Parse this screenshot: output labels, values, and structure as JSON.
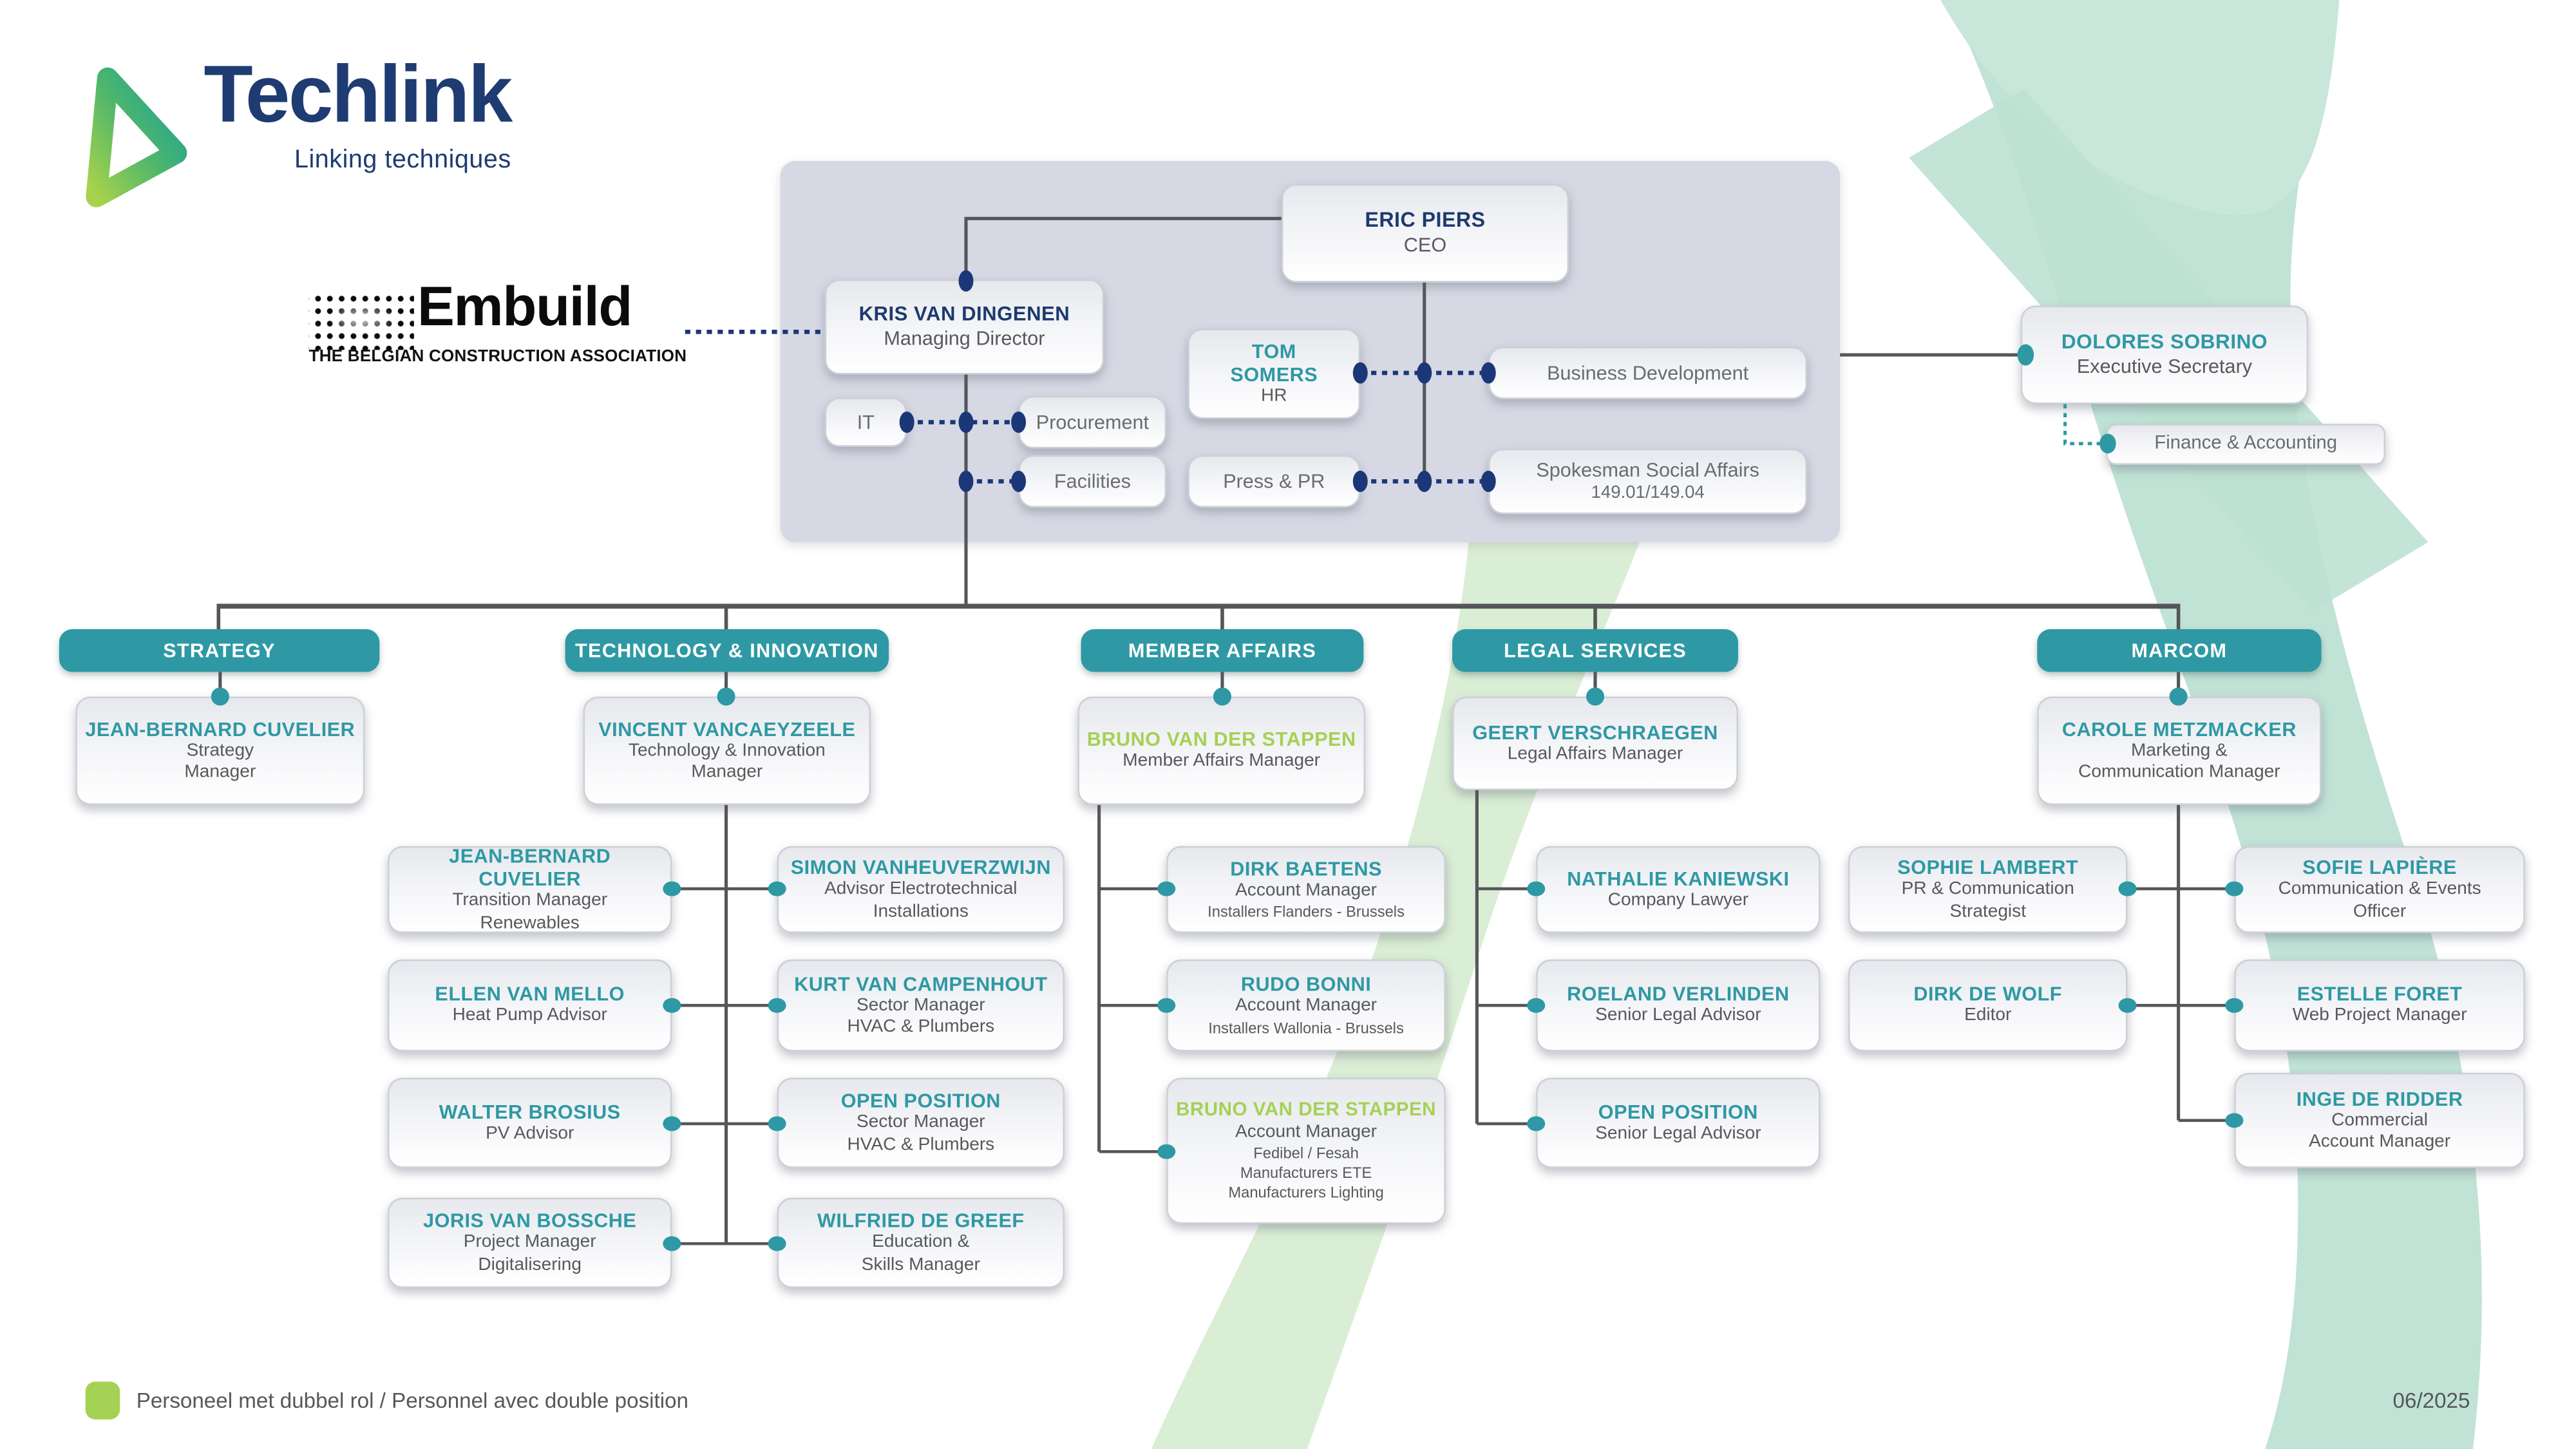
{
  "colors": {
    "teal": "#2e99a4",
    "navy": "#1d3a6f",
    "lime": "#a5d155",
    "panel_background": "#d6d9e4",
    "connector_gray": "#55575a",
    "dotted_navy": "#1c3778",
    "text_gray": "#58595b",
    "mint_swoosh": "#c0e3d6",
    "pale_green_swoosh": "#daeed5"
  },
  "branding": {
    "logo": "Techlink",
    "tagline": "Linking techniques",
    "partner": "Embuild",
    "partner_sub": "THE BELGIAN CONSTRUCTION ASSOCIATION"
  },
  "footer": {
    "legend": "Personeel met dubbel rol / Personnel avec double position",
    "date": "06/2025"
  },
  "executive": {
    "ceo": {
      "name": "ERIC PIERS",
      "role": "CEO"
    },
    "managing_director": {
      "name": "KRIS VAN DINGENEN",
      "role": "Managing Director"
    },
    "hr": {
      "name": "TOM SOMERS",
      "role": "HR"
    },
    "secretary": {
      "name": "DOLORES SOBRINO",
      "role": "Executive Secretary"
    },
    "units": {
      "business_development": "Business Development",
      "it": "IT",
      "procurement": "Procurement",
      "facilities": "Facilities",
      "press_pr": "Press & PR",
      "spokesman_1": "Spokesman Social Affairs",
      "spokesman_2": "149.01/149.04",
      "finance": "Finance & Accounting"
    }
  },
  "departments": {
    "strategy": {
      "header": "STRATEGY",
      "manager": {
        "name": "JEAN-BERNARD CUVELIER",
        "r1": "Strategy",
        "r2": "Manager"
      }
    },
    "tni": {
      "header": "TECHNOLOGY & INNOVATION",
      "manager": {
        "name": "VINCENT VANCAEYZEELE",
        "r1": "Technology & Innovation",
        "r2": "Manager"
      },
      "left": [
        {
          "name": "JEAN-BERNARD CUVELIER",
          "r1": "Transition Manager",
          "r2": "Renewables"
        },
        {
          "name": "ELLEN VAN MELLO",
          "r1": "Heat Pump Advisor"
        },
        {
          "name": "WALTER BROSIUS",
          "r1": "PV Advisor"
        },
        {
          "name": "JORIS VAN BOSSCHE",
          "r1": "Project Manager",
          "r2": "Digitalisering"
        }
      ],
      "right": [
        {
          "name": "SIMON VANHEUVERZWIJN",
          "r1": "Advisor Electrotechnical",
          "r2": "Installations"
        },
        {
          "name": "KURT VAN CAMPENHOUT",
          "r1": "Sector Manager",
          "r2": "HVAC & Plumbers"
        },
        {
          "name": "OPEN POSITION",
          "r1": "Sector Manager",
          "r2": "HVAC & Plumbers"
        },
        {
          "name": "WILFRIED DE GREEF",
          "r1": "Education &",
          "r2": "Skills Manager"
        }
      ]
    },
    "member": {
      "header": "MEMBER AFFAIRS",
      "manager": {
        "name": "BRUNO VAN DER STAPPEN",
        "r1": "Member Affairs Manager"
      },
      "members": [
        {
          "name": "DIRK BAETENS",
          "r1": "Account Manager",
          "s1": "Installers Flanders - Brussels"
        },
        {
          "name": "RUDO BONNI",
          "r1": "Account Manager",
          "s1": "Installers Wallonia - Brussels"
        },
        {
          "name": "BRUNO VAN DER STAPPEN",
          "r1": "Account Manager",
          "s1": "Fedibel / Fesah",
          "s2": "Manufacturers ETE",
          "s3": "Manufacturers Lighting"
        }
      ]
    },
    "legal": {
      "header": "LEGAL SERVICES",
      "manager": {
        "name": "GEERT VERSCHRAEGEN",
        "r1": "Legal Affairs Manager"
      },
      "members": [
        {
          "name": "NATHALIE KANIEWSKI",
          "r1": "Company Lawyer"
        },
        {
          "name": "ROELAND VERLINDEN",
          "r1": "Senior Legal Advisor"
        },
        {
          "name": "OPEN POSITION",
          "r1": "Senior Legal Advisor"
        }
      ]
    },
    "marcom": {
      "header": "MARCOM",
      "manager": {
        "name": "CAROLE METZMACKER",
        "r1": "Marketing &",
        "r2": "Communication Manager"
      },
      "left": [
        {
          "name": "SOPHIE LAMBERT",
          "r1": "PR & Communication",
          "r2": "Strategist"
        },
        {
          "name": "DIRK DE WOLF",
          "r1": "Editor"
        }
      ],
      "right": [
        {
          "name": "SOFIE LAPIÈRE",
          "r1": "Communication & Events",
          "r2": "Officer"
        },
        {
          "name": "ESTELLE FORET",
          "r1": "Web Project Manager"
        },
        {
          "name": "INGE DE RIDDER",
          "r1": "Commercial",
          "r2": "Account Manager"
        }
      ]
    }
  }
}
